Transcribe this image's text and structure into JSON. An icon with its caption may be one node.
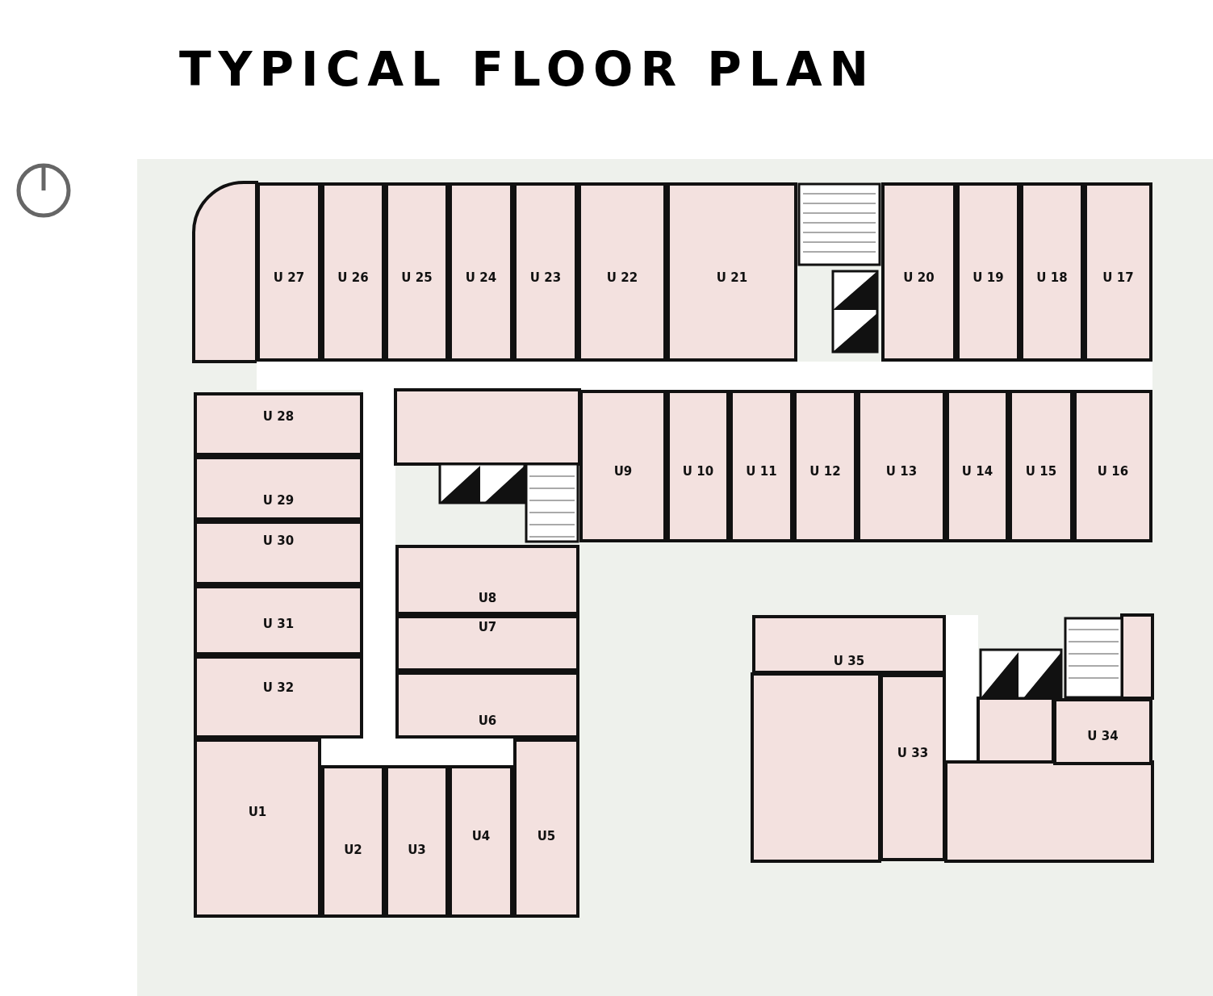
{
  "diagram": {
    "title": "TYPICAL FLOOR PLAN",
    "nodes": [
      {
        "text": [
          "U 27"
        ]
      },
      {
        "text": [
          "U 26"
        ]
      },
      {
        "text": [
          "U 25"
        ]
      },
      {
        "text": [
          "U 24"
        ]
      },
      {
        "text": [
          "U 23"
        ]
      },
      {
        "text": [
          "U 22"
        ]
      },
      {
        "text": [
          "U 21"
        ]
      },
      {
        "text": [
          "U 20"
        ]
      },
      {
        "text": [
          "U 19"
        ]
      },
      {
        "text": [
          "U 18"
        ]
      },
      {
        "text": [
          "U 17"
        ]
      },
      {
        "text": [
          "U 28"
        ]
      },
      {
        "text": [
          "U9"
        ]
      },
      {
        "text": [
          "U 10"
        ]
      },
      {
        "text": [
          "U 11"
        ]
      },
      {
        "text": [
          "U 12"
        ]
      },
      {
        "text": [
          "U 13"
        ]
      },
      {
        "text": [
          "U 14"
        ]
      },
      {
        "text": [
          "U 15"
        ]
      },
      {
        "text": [
          "U 16"
        ]
      },
      {
        "text": [
          "U 29"
        ]
      },
      {
        "text": [
          "U 30"
        ]
      },
      {
        "text": [
          "U8"
        ]
      },
      {
        "text": [
          "U 31"
        ]
      },
      {
        "text": [
          "U7"
        ]
      },
      {
        "text": [
          "U 35"
        ]
      },
      {
        "text": [
          "U 32"
        ]
      },
      {
        "text": [
          "U6"
        ]
      },
      {
        "text": [
          "U 34"
        ]
      },
      {
        "text": [
          "U 33"
        ]
      },
      {
        "text": [
          "U1"
        ]
      },
      {
        "text": [
          "U4"
        ]
      },
      {
        "text": [
          "U5"
        ]
      },
      {
        "text": [
          "U2"
        ]
      },
      {
        "text": [
          "U3"
        ]
      }
    ]
  }
}
